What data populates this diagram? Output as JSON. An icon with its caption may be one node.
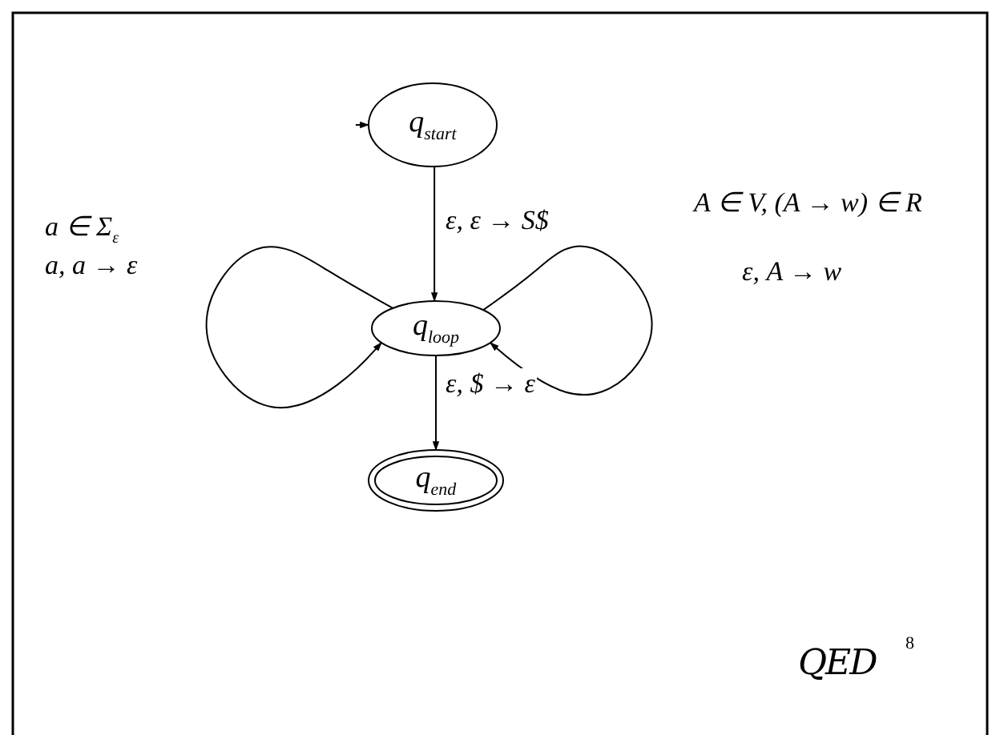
{
  "diagram": {
    "nodes": [
      {
        "text": [
          "q$_{start}$"
        ]
      },
      {
        "text": [
          "q$_{loop}$"
        ]
      },
      {
        "text": [
          "q$_{end}$"
        ]
      }
    ],
    "edges": [
      {
        "from": null,
        "to": 0,
        "arrow": "to"
      },
      {
        "from": 0,
        "to": 1,
        "arrow": "to",
        "label": "ε, ε → S$"
      },
      {
        "from": 1,
        "to": 1,
        "arrow": "to",
        "label": "a, a → ε"
      },
      {
        "from": 1,
        "to": 1,
        "arrow": "to",
        "label": "ε, A → w"
      },
      {
        "from": 1,
        "to": 2,
        "arrow": "to",
        "label": "ε, $ → ε"
      }
    ],
    "labels": [
      "A ∈ V, (A → w) ∈ R",
      "a ∈ Σ$_{ε}$",
      "QED",
      "8"
    ]
  }
}
